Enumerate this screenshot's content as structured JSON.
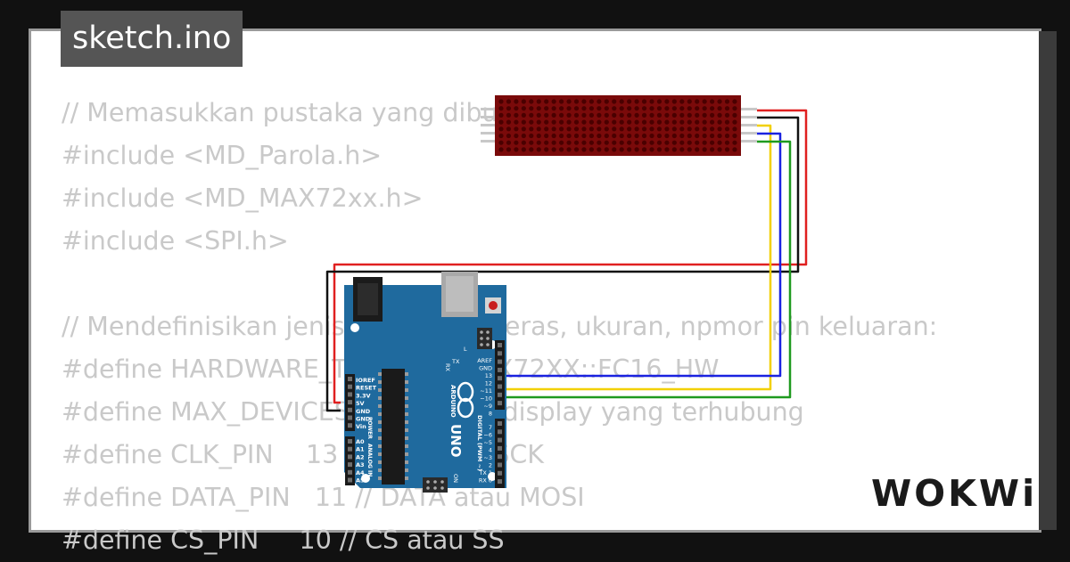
{
  "page": {
    "title": "sketch.ino",
    "brand": "WOKWi"
  },
  "code_lines": [
    "// Memasukkan pustaka yang dibutuhkan",
    "#include <MD_Parola.h>",
    "#include <MD_MAX72xx.h>",
    "#include <SPI.h>",
    "",
    "// Mendefinisikan jenis perangkat keras, ukuran, npmor pin keluaran:",
    "#define HARDWARE_TYPE MD_MAX72XX::FC16_HW",
    "#define MAX_DEVICES 4 // jumlah display yang terhubung",
    "#define CLK_PIN    13 // CLK atau SCK",
    "#define DATA_PIN   11 // DATA atau MOSI",
    "#define CS_PIN     10 // CS atau SS"
  ],
  "board": {
    "name": "UNO",
    "brand_text": "ARDUINO",
    "power_header_label": "POWER",
    "analog_header_label": "ANALOG IN",
    "digital_header_label": "DIGITAL (PWM ~)",
    "tx_label": "TX",
    "rx_label": "RX",
    "l_label": "L",
    "on_label": "ON",
    "power_pins": [
      "IOREF",
      "RESET",
      "3.3V",
      "5V",
      "GND",
      "GND",
      "Vin"
    ],
    "analog_pins": [
      "A0",
      "A1",
      "A2",
      "A3",
      "A4",
      "A5"
    ],
    "digital_pins_upper": [
      "AREF",
      "GND",
      "13",
      "12",
      "~11",
      "~10",
      "~9",
      "8"
    ],
    "digital_pins_lower": [
      "7",
      "~6",
      "~5",
      "4",
      "~3",
      "2",
      "TX 1",
      "RX 0"
    ]
  },
  "wire_colors": {
    "vcc": "#e02020",
    "gnd": "#111111",
    "din": "#f2d000",
    "cs": "#1a22e0",
    "clk": "#1e9a1e"
  },
  "colors": {
    "board": "#1f6a9e",
    "matrix": "#7a0a0a",
    "code_text": "#c9c9c9",
    "title_bg": "#555555"
  }
}
